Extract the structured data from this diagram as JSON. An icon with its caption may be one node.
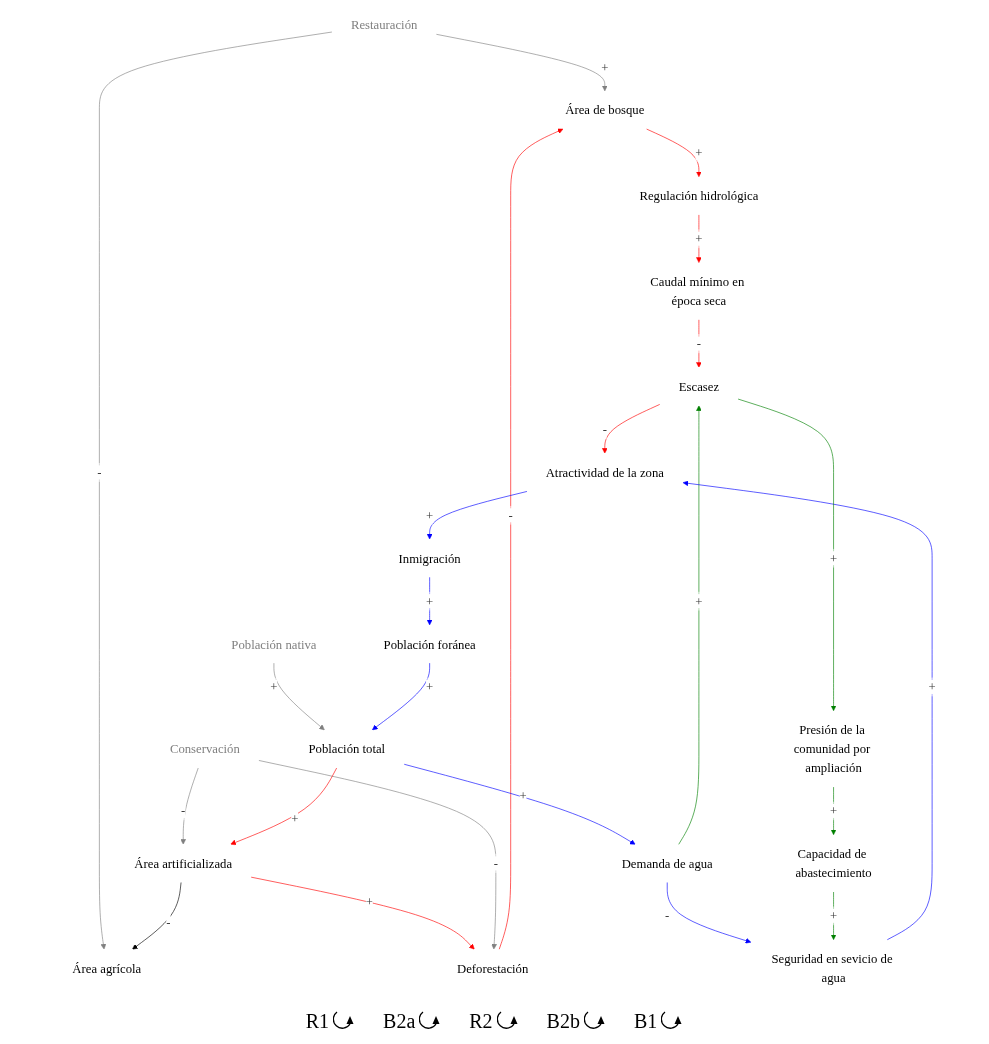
{
  "diagram": {
    "nodes": [
      {
        "text": [
          "Área agrícola"
        ]
      },
      {
        "text": [
          "Restauración"
        ]
      },
      {
        "text": [
          "Deforestación"
        ]
      },
      {
        "text": [
          "Área artificializada"
        ]
      },
      {
        "text": [
          "Área de bosque"
        ]
      },
      {
        "text": [
          "Conservación"
        ]
      },
      {
        "text": [
          "Población nativa"
        ]
      },
      {
        "text": [
          "Población total"
        ]
      },
      {
        "text": [
          "Regulación hidrológica"
        ]
      },
      {
        "text": [
          "Población foránea"
        ]
      },
      {
        "text": [
          "Caudal mínimo en época seca"
        ]
      },
      {
        "text": [
          "Inmigración"
        ]
      },
      {
        "text": [
          "Demanda de agua"
        ]
      },
      {
        "text": [
          "Escasez"
        ]
      },
      {
        "text": [
          "Atractividad de la zona"
        ]
      },
      {
        "text": [
          "Seguridad en sevicio de agua"
        ]
      },
      {
        "text": [
          "Presión de la comunidad por ampliación"
        ]
      },
      {
        "text": [
          "Capacidad de abastecimiento"
        ]
      }
    ],
    "edges": [
      {
        "from": 1,
        "to": 0,
        "arrow": "to",
        "label": "-",
        "color": "#808080"
      },
      {
        "from": 3,
        "to": 0,
        "arrow": "to",
        "label": "-",
        "color": "#000000"
      },
      {
        "from": 3,
        "to": 2,
        "arrow": "to",
        "label": "+",
        "color": "#ff0000"
      },
      {
        "from": 2,
        "to": 4,
        "arrow": "to",
        "label": "-",
        "color": "#ff0000"
      },
      {
        "from": 1,
        "to": 4,
        "arrow": "to",
        "label": "+",
        "color": "#808080"
      },
      {
        "from": 5,
        "to": 2,
        "arrow": "to",
        "label": "-",
        "color": "#808080"
      },
      {
        "from": 5,
        "to": 3,
        "arrow": "to",
        "label": "-",
        "color": "#808080"
      },
      {
        "from": 7,
        "to": 3,
        "arrow": "to",
        "label": "+",
        "color": "#ff0000"
      },
      {
        "from": 6,
        "to": 7,
        "arrow": "to",
        "label": "+",
        "color": "#808080"
      },
      {
        "from": 9,
        "to": 7,
        "arrow": "to",
        "label": "+",
        "color": "#0000ff"
      },
      {
        "from": 4,
        "to": 8,
        "arrow": "to",
        "label": "+",
        "color": "#ff0000"
      },
      {
        "from": 8,
        "to": 10,
        "arrow": "to",
        "label": "+",
        "color": "#ff0000"
      },
      {
        "from": 10,
        "to": 13,
        "arrow": "to",
        "label": "-",
        "color": "#ff0000"
      },
      {
        "from": 7,
        "to": 12,
        "arrow": "to",
        "label": "+",
        "color": "#0000ff"
      },
      {
        "from": 12,
        "to": 13,
        "arrow": "to",
        "label": "+",
        "color": "#008000"
      },
      {
        "from": 12,
        "to": 15,
        "arrow": "to",
        "label": "-",
        "color": "#0000ff"
      },
      {
        "from": 15,
        "to": 14,
        "arrow": "to",
        "label": "+",
        "color": "#0000ff"
      },
      {
        "from": 14,
        "to": 11,
        "arrow": "to",
        "label": "+",
        "color": "#0000ff"
      },
      {
        "from": 11,
        "to": 9,
        "arrow": "to",
        "label": "+",
        "color": "#0000ff"
      },
      {
        "from": 13,
        "to": 14,
        "arrow": "to",
        "label": "-",
        "color": "#ff0000"
      },
      {
        "from": 13,
        "to": 16,
        "arrow": "to",
        "label": "+",
        "color": "#008000"
      },
      {
        "from": 16,
        "to": 17,
        "arrow": "to",
        "label": "+",
        "color": "#008000"
      },
      {
        "from": 17,
        "to": 15,
        "arrow": "to",
        "label": "+",
        "color": "#008000"
      }
    ],
    "labels": [
      "R1",
      "B2a",
      "R2",
      "B2b",
      "B1"
    ]
  }
}
